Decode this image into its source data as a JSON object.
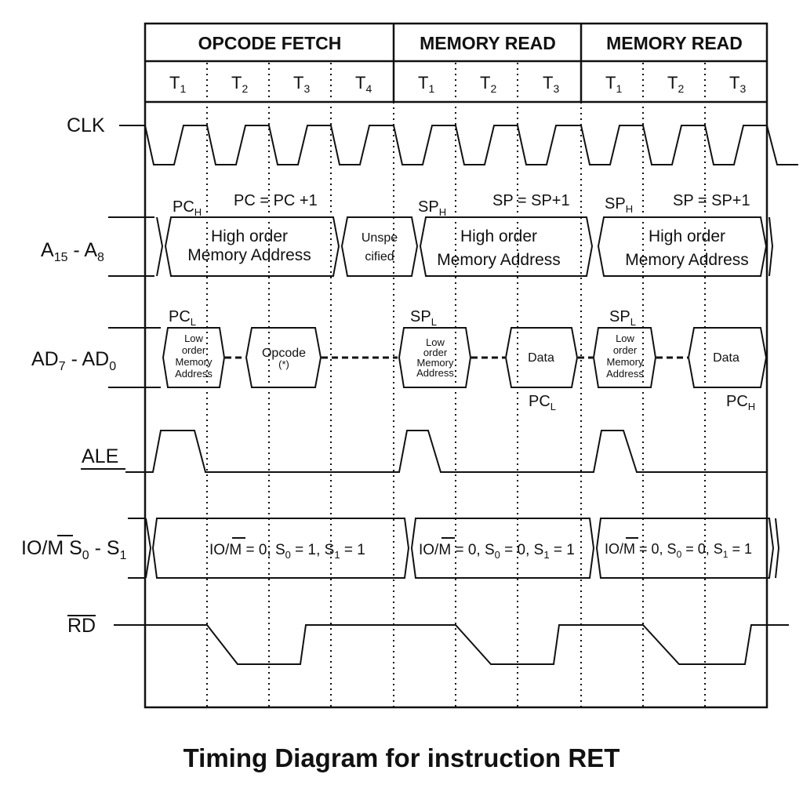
{
  "caption": "Timing Diagram for instruction RET",
  "machine_cycles": [
    {
      "label": "OPCODE FETCH",
      "states": [
        "T1",
        "T2",
        "T3",
        "T4"
      ]
    },
    {
      "label": "MEMORY READ",
      "states": [
        "T1",
        "T2",
        "T3"
      ]
    },
    {
      "label": "MEMORY READ",
      "states": [
        "T1",
        "T2",
        "T3"
      ]
    }
  ],
  "signals": {
    "clk": "CLK",
    "addr_high": {
      "main": "A",
      "sub1": "15",
      "mid": " - A",
      "sub2": "8"
    },
    "addr_low": {
      "main": "AD",
      "sub1": "7",
      "mid": " - AD",
      "sub2": "0"
    },
    "ale": "ALE",
    "status": {
      "p1": "IO/",
      "m": "M",
      "p2": " S",
      "s0": "0",
      "p3": " - S",
      "s1": "1"
    },
    "rd": "RD"
  },
  "annotations": {
    "pch": {
      "main": "PC",
      "sub": "H"
    },
    "pc_inc": "PC = PC +1",
    "sph1": {
      "main": "SP",
      "sub": "H"
    },
    "sp_inc1": "SP = SP+1",
    "sph2": {
      "main": "SP",
      "sub": "H"
    },
    "sp_inc2": "SP = SP+1",
    "pcl_top": {
      "main": "PC",
      "sub": "L"
    },
    "spl1": {
      "main": "SP",
      "sub": "L"
    },
    "spl2": {
      "main": "SP",
      "sub": "L"
    },
    "pcl_bottom": {
      "main": "PC",
      "sub": "L"
    },
    "pch_bottom": {
      "main": "PC",
      "sub": "H"
    }
  },
  "high_address": {
    "line1": "High order",
    "line2": "Memory Address",
    "unspecified_1": "Unspe",
    "unspecified_2": "cified"
  },
  "low_address": {
    "line1": "Low",
    "line2": "order",
    "line3": "Memory",
    "line4": "Address",
    "opcode": "Opcode",
    "opcode_note": "(*)",
    "data": "Data"
  },
  "status_values": {
    "fetch": {
      "io": "IO/",
      "m": "M",
      "eq": " = 0, S",
      "s0": "0",
      "mid": " = 1, S",
      "s1": "1",
      "end": " = 1"
    },
    "read1": {
      "io": "IO/",
      "m": "M",
      "eq": " = 0, S",
      "s0": "0",
      "mid": " = 0, S",
      "s1": "1",
      "end": " = 1"
    },
    "read2": {
      "io": "IO/",
      "m": "M",
      "eq": " = 0, S",
      "s0": "0",
      "mid": " = 0, S",
      "s1": "1",
      "end": " = 1"
    }
  }
}
